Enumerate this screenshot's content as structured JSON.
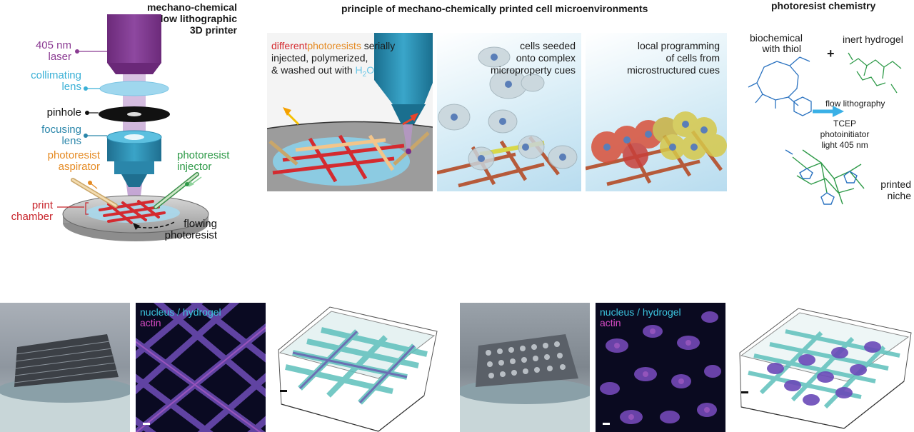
{
  "printer": {
    "title_line1": "mechano-chemical",
    "title_line2": "flow lithographic",
    "title_line3": "3D printer",
    "laser_line1": "405 nm",
    "laser_line2": "laser",
    "collimating_line1": "collimating",
    "collimating_line2": "lens",
    "pinhole": "pinhole",
    "focusing_line1": "focusing",
    "focusing_line2": "lens",
    "aspirator_line1": "photoresist",
    "aspirator_line2": "aspirator",
    "injector_line1": "photoresist",
    "injector_line2": "injector",
    "chamber_line1": "print",
    "chamber_line2": "chamber",
    "flowing_line1": "flowing",
    "flowing_line2": "photoresist"
  },
  "principle": {
    "title": "principle of mechano-chemically printed cell microenvironments",
    "panel1_diff": "different",
    "panel1_photoresists": "photoresists",
    "panel1_serially": " serially",
    "panel1_line2": "injected, polymerized,",
    "panel1_line3": "& washed out with ",
    "panel1_h": "H",
    "panel1_sub": "2",
    "panel1_o": "O",
    "panel2_line1": "cells seeded",
    "panel2_line2": "onto complex",
    "panel2_line3": "microproperty cues",
    "panel3_line1": "local programming",
    "panel3_line2": "of cells from",
    "panel3_line3": "microstructured cues"
  },
  "chemistry": {
    "title": "photoresist chemistry",
    "biochem_line1": "biochemical",
    "biochem_line2": "with thiol",
    "plus": "+",
    "inert": "inert hydrogel",
    "flow": "flow lithography",
    "tcep": "TCEP",
    "photoinitiator": "photoinitiator",
    "light": "light 405 nm",
    "printed_line1": "printed",
    "printed_line2": "niche"
  },
  "micro": {
    "legend1": "nucleus / hydrogel",
    "legend2": "actin"
  },
  "colors": {
    "laser_purple": "#8a3a92",
    "lens_cyan": "#3ab0d6",
    "lens_blue": "#2a86aa",
    "aspirator_orange": "#e58a22",
    "injector_green": "#2e9a48",
    "chamber_red": "#c8242b",
    "chem_blue": "#2a72c0",
    "chem_green": "#2e9a48",
    "legend_cyan": "#3cc6e0",
    "legend_magenta": "#d64bc4"
  }
}
